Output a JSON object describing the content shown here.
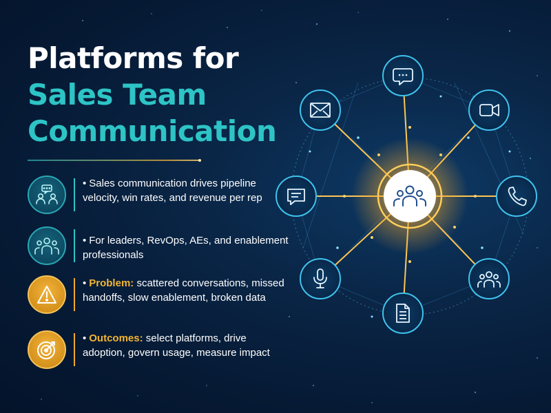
{
  "title": {
    "line1": "Platforms for",
    "line2": "Sales Team",
    "line3": "Communication"
  },
  "items": [
    {
      "bullet": "•",
      "highlight": "",
      "text": "Sales communication drives pipeline velocity, win rates, and revenue per rep",
      "icon": "team-chat-icon",
      "color": "teal"
    },
    {
      "bullet": "•",
      "highlight": "",
      "text": "For leaders, RevOps, AEs, and enablement professionals",
      "icon": "people-group-icon",
      "color": "teal"
    },
    {
      "bullet": "•",
      "highlight": "Problem:",
      "text": " scattered conversations, missed handoffs, slow enablement, broken data",
      "icon": "warning-icon",
      "color": "orange"
    },
    {
      "bullet": "•",
      "highlight": "Outcomes:",
      "text": " select platforms, drive adoption, govern usage, measure impact",
      "icon": "target-icon",
      "color": "orange"
    }
  ],
  "network": {
    "center_icon": "team-icon",
    "nodes": [
      "chat-bubble-icon",
      "video-camera-icon",
      "phone-icon",
      "people-icon",
      "document-icon",
      "microphone-icon",
      "message-icon",
      "email-icon"
    ]
  },
  "colors": {
    "teal": "#2ec4c6",
    "orange": "#f3b534",
    "background": "#0a2647"
  }
}
